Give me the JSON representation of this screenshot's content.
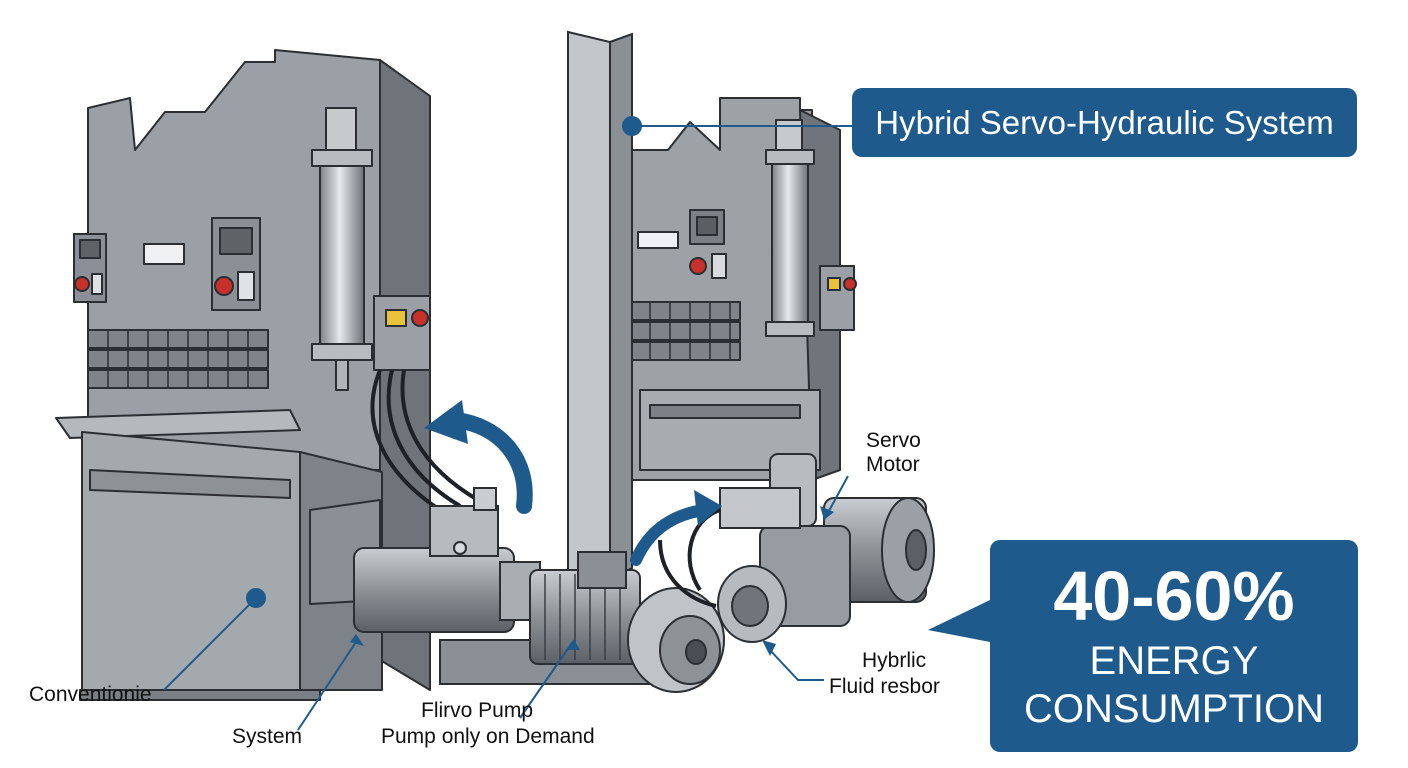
{
  "title": "Hybrid Servo-Hydraulic System",
  "callout": {
    "value": "40-60%",
    "line1": "ENERGY",
    "line2": "CONSUMPTION"
  },
  "labels": {
    "servo_motor_line1": "Servo",
    "servo_motor_line2": "Motor",
    "hybrid_line1": "Hybrlic",
    "hybrid_line2": "Fluid resbor",
    "pump_line1": "Flirvo Pump",
    "pump_line2": "Pump only on Demand",
    "conventional": "Conventionie",
    "system": "System"
  },
  "colors": {
    "accent_blue": "#1f5a8c",
    "machine_gray": "#8c9196",
    "machine_dark": "#4a4f55",
    "stop_red": "#c8302a"
  }
}
